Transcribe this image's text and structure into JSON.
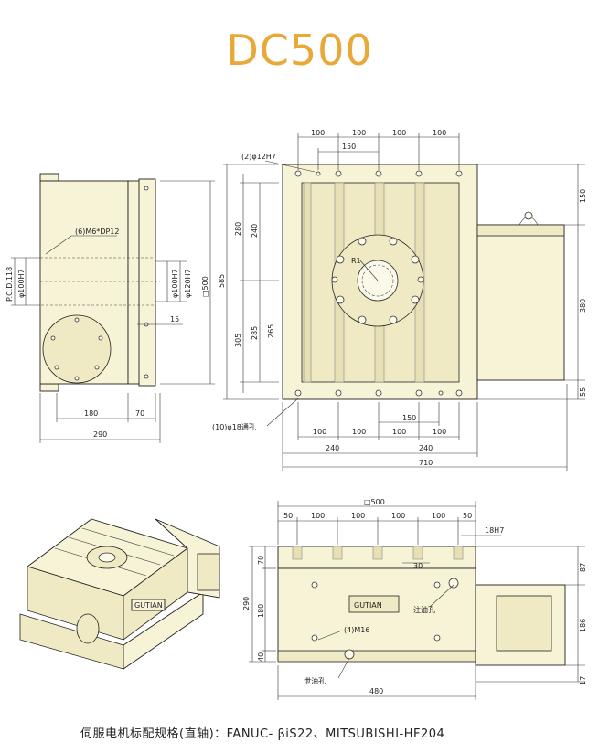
{
  "title": "DC500",
  "footer": "伺服电机标配规格(直轴)：FANUC- βiS22、MITSUBISHI-HF204",
  "front_view": {
    "dims": {
      "d180": "180",
      "d70": "70",
      "d290": "290",
      "d15": "15",
      "d500": "□500",
      "pcd": "P.C.D.118",
      "d100h7_left": "φ100H7",
      "d100h7_mid": "φ100H7",
      "d120h7": "φ120H7",
      "m6": "(6)M6*DP12"
    }
  },
  "top_view": {
    "dims": {
      "t100a": "100",
      "t100b": "100",
      "t100c": "100",
      "t100d": "100",
      "t150": "150",
      "b100a": "100",
      "b100b": "100",
      "b100c": "100",
      "b100d": "100",
      "b150": "150",
      "b240a": "240",
      "b240b": "240",
      "b710": "710",
      "l585": "585",
      "l280": "280",
      "l240": "240",
      "l305": "305",
      "l285": "285",
      "l265": "265",
      "r150": "150",
      "r380": "380",
      "r55": "55",
      "radius": "R1"
    },
    "notes": {
      "n12h7": "(2)φ12H7",
      "n18": "(10)φ18通孔"
    }
  },
  "side_view": {
    "dims": {
      "s500": "□500",
      "s50a": "50",
      "s100a": "100",
      "s100b": "100",
      "s100c": "100",
      "s100d": "100",
      "s50b": "50",
      "s18h7": "18H7",
      "s30": "30",
      "s480": "480",
      "s70": "70",
      "s290": "290",
      "s180": "180",
      "s40": "40",
      "s87": "87",
      "s186": "186",
      "s17": "17"
    },
    "notes": {
      "oil_in": "注油孔",
      "oil_out": "泄油孔",
      "m16": "(4)M16"
    },
    "logo": "GUTIAN"
  },
  "iso_view": {
    "logo": "GUTIAN"
  }
}
